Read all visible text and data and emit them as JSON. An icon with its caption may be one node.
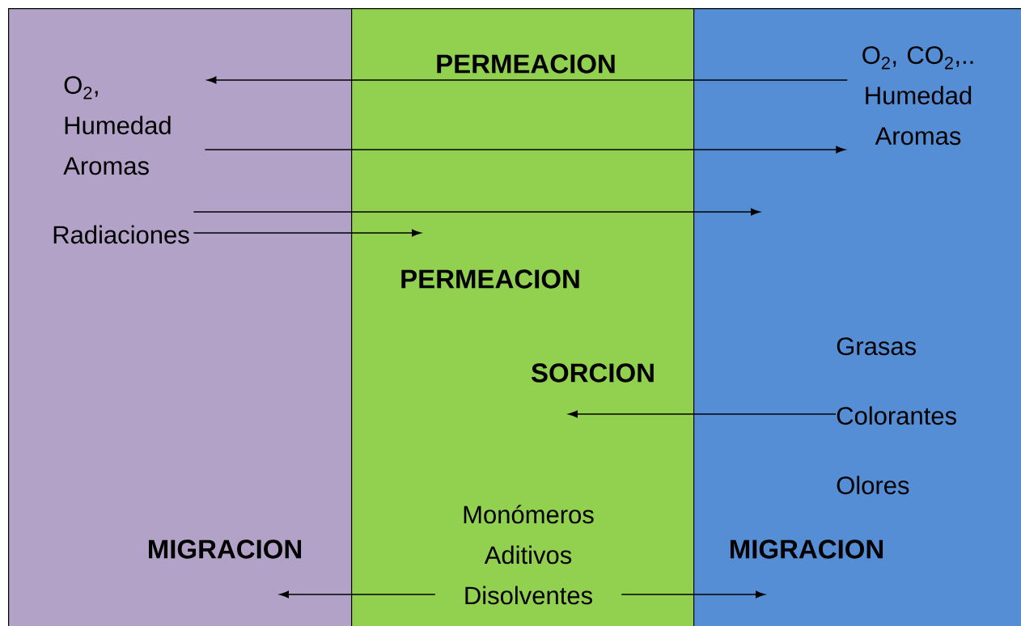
{
  "diagram": {
    "nodes": [
      {
        "text": [],
        "shape": "box"
      },
      {
        "text": [],
        "shape": "box"
      },
      {
        "text": [],
        "shape": "box"
      },
      {
        "text": [
          "O$_{2}$, Humedad Aromas"
        ],
        "in": 0
      },
      {
        "text": [
          "Radiaciones"
        ],
        "in": 0
      },
      {
        "text": [
          "Monómeros Aditivos Disolventes"
        ],
        "in": 1
      },
      {
        "text": [
          "O$_{2}$, CO$_{2}$,.. Humedad Aromas"
        ],
        "in": 2
      },
      {
        "text": [
          "Grasas",
          "Colorantes",
          "Olores"
        ],
        "in": 2
      }
    ],
    "edges": [
      {
        "from": 6,
        "to": 3,
        "arrow": "to"
      },
      {
        "from": 3,
        "to": 6,
        "arrow": "to"
      },
      {
        "from": 4,
        "to": null,
        "arrow": "to"
      },
      {
        "from": 4,
        "to": null,
        "arrow": "to"
      },
      {
        "from": 7,
        "to": null,
        "arrow": "to"
      },
      {
        "from": 5,
        "to": null,
        "arrow": "to"
      },
      {
        "from": 5,
        "to": null,
        "arrow": "to"
      }
    ],
    "labels": [
      "PERMEACION",
      "PERMEACION",
      "SORCION",
      "MIGRACION",
      "MIGRACION"
    ]
  }
}
